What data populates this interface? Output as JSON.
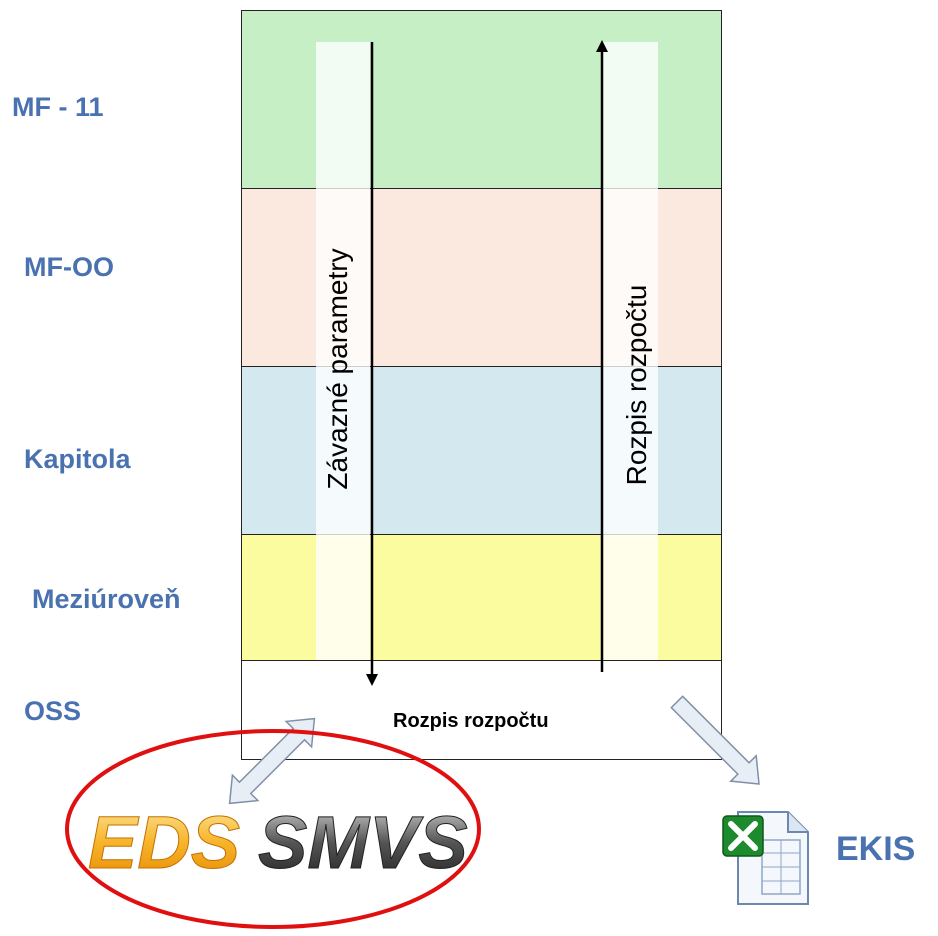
{
  "levels": {
    "mf11": "MF - 11",
    "mfoo": "MF-OO",
    "kapitola": "Kapitola",
    "meziuroven": "Meziúroveň",
    "oss": "OSS"
  },
  "arrows": {
    "down_label": "Závazné  parametry",
    "up_label": "Rozpis rozpočtu"
  },
  "oss_box_text": "Rozpis rozpočtu",
  "logo": {
    "text_a": "EDS",
    "text_b": "SMVS"
  },
  "ekis": {
    "label": "EKIS",
    "icon": "excel-file-icon"
  },
  "colors": {
    "mf11": "#c6efc6",
    "mfoo": "#fbe9df",
    "kapitola": "#d3e9ef",
    "meziuroven": "#fbfba0",
    "oss": "#ffffff",
    "label": "#4a72b0",
    "ellipse": "#e01010"
  }
}
